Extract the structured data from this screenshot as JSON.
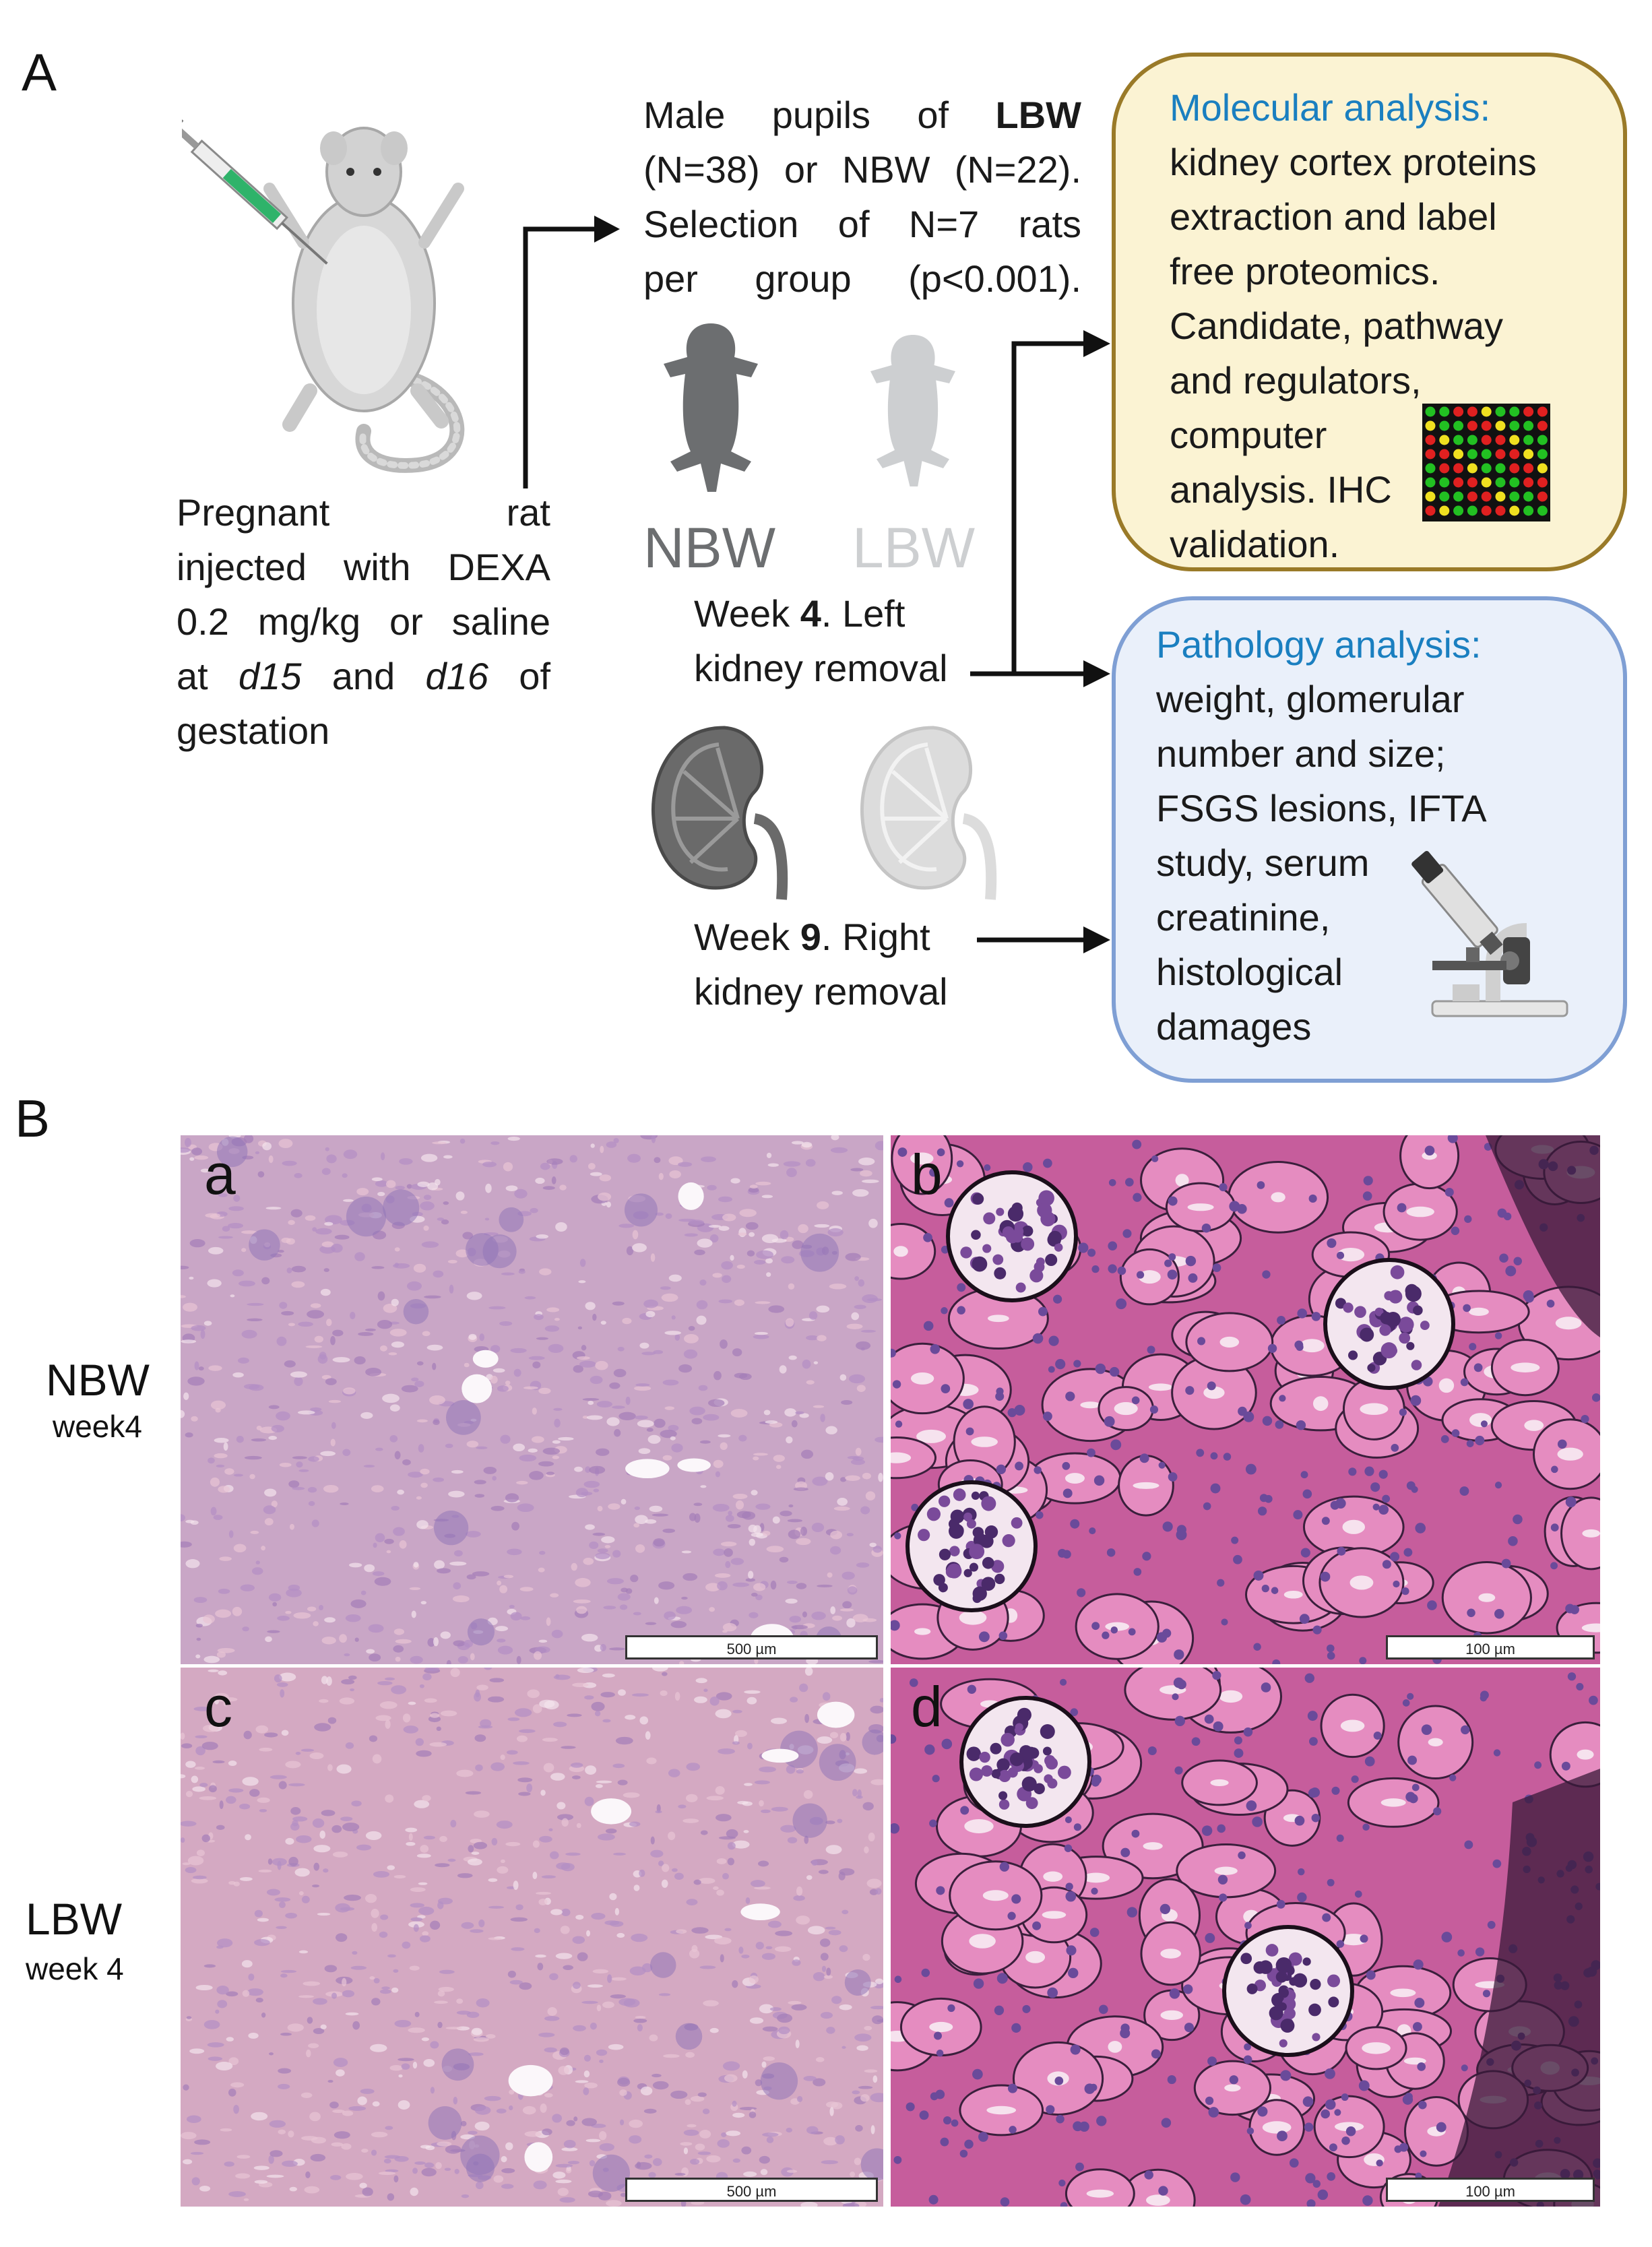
{
  "panelA": {
    "letter": "A",
    "pregnant_lines": [
      "Pregnant rat",
      "injected with DEXA",
      "0.2 mg/kg or saline",
      "at d15 and d16 of",
      "gestation"
    ],
    "pupils_lines": [
      "Male pupils of LBW",
      "(N=38) or NBW (N=22).",
      "Selection of N=7 rats",
      "per group (p<0.001)."
    ],
    "nbw_tag": "NBW",
    "lbw_tag": "LBW",
    "week4_line1_pre": "Week ",
    "week4_num": "4",
    "week4_line1_post": ". Left",
    "week4_line2": "kidney removal",
    "week9_line1_pre": "Week ",
    "week9_num": "9",
    "week9_line1_post": ". Right",
    "week9_line2": "kidney removal",
    "molecular": {
      "title": "Molecular analysis:",
      "lines": [
        "kidney cortex proteins",
        "extraction and label",
        "free proteomics.",
        "Candidate, pathway",
        "and regulators,",
        "computer",
        "analysis. IHC",
        "validation."
      ]
    },
    "pathology": {
      "title": "Pathology analysis:",
      "lines": [
        "weight, glomerular",
        "number and size;",
        "FSGS lesions, IFTA",
        "study, serum",
        "creatinine,",
        "histological",
        "damages"
      ]
    }
  },
  "panelB": {
    "letter": "B",
    "row1_label": "NBW",
    "row1_sub": "week4",
    "row2_label": "LBW",
    "row2_sub": "week 4",
    "images": [
      {
        "letter": "a",
        "scale": "500 µm"
      },
      {
        "letter": "b",
        "scale": "100 µm"
      },
      {
        "letter": "c",
        "scale": "500 µm"
      },
      {
        "letter": "d",
        "scale": "100 µm"
      }
    ]
  },
  "colors": {
    "molecular_border": "#9a7a28",
    "molecular_fill": "#fbf3d3",
    "pathology_border": "#7f9fd4",
    "pathology_fill": "#eaf0fa",
    "title_blue": "#1a7fc0",
    "nbw_gray": "#6c6e70",
    "lbw_gray": "#cdcfd1"
  }
}
